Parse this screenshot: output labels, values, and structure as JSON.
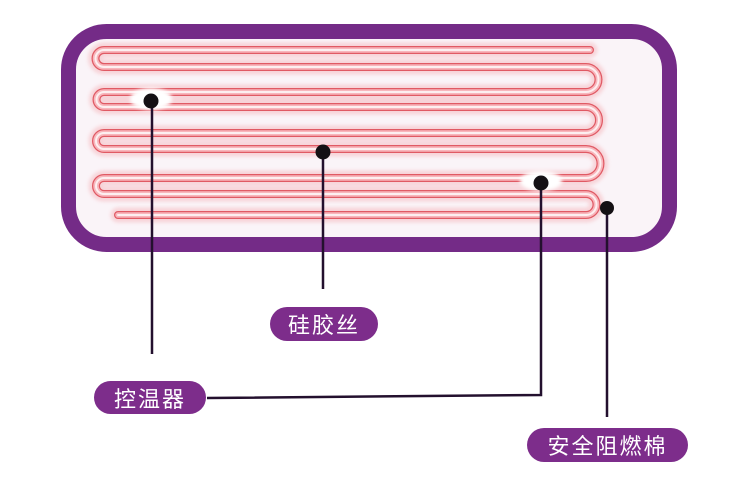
{
  "diagram": {
    "type": "annotated product diagram",
    "subject": "electric heating pad internal structure",
    "labels": {
      "silicone_wire": "硅胶丝",
      "thermostat": "控温器",
      "flame_retardant_cotton": "安全阻燃棉"
    },
    "callouts": [
      {
        "name": "thermostat-spot-left",
        "label_ref": "thermostat"
      },
      {
        "name": "silicone-wire-point",
        "label_ref": "silicone_wire"
      },
      {
        "name": "thermostat-spot-right",
        "label_ref": "thermostat"
      },
      {
        "name": "cotton-area-point",
        "label_ref": "flame_retardant_cotton"
      }
    ],
    "colors": {
      "page_bg": "#ffffff",
      "pad_border": "#742b87",
      "pad_fill": "#faf4f8",
      "wire_glow": "#f7d0d5",
      "wire_edge": "#e05a64",
      "wire_fill": "#f8b6bc",
      "wire_core": "#fdeff0",
      "sensor_spot": "#ffffff",
      "callout_line": "#23102e",
      "callout_dot": "#141014",
      "label_pill": "#7d2d8b",
      "label_text": "#ffffff"
    }
  }
}
